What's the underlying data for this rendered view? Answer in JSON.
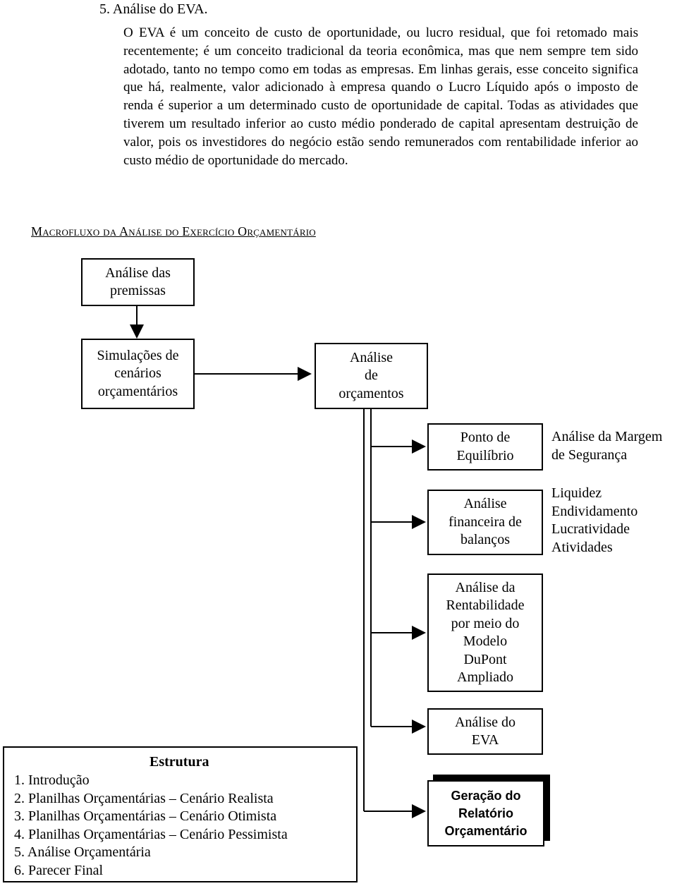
{
  "section_title": "5.   Análise do EVA.",
  "paragraph": "O EVA é um conceito de custo de oportunidade, ou lucro residual, que foi retomado mais recentemente; é um conceito tradicional da teoria econômica, mas que nem sempre tem sido adotado, tanto no tempo como em todas as empresas. Em linhas gerais, esse conceito significa que há, realmente, valor adicionado à empresa quando o Lucro Líquido após o imposto de renda é superior a um determinado custo de oportunidade de capital. Todas as atividades que tiverem um resultado inferior ao custo médio ponderado de capital apresentam destruição de valor, pois os investidores do negócio estão sendo remunerados com rentabilidade inferior ao custo médio de oportunidade do mercado.",
  "diagram_heading": "Macrofluxo da Análise do Exercício Orçamentário",
  "boxes": {
    "premissas": [
      "Análise das",
      "premissas"
    ],
    "simulacoes": [
      "Simulações de",
      "cenários",
      "orçamentários"
    ],
    "orcamentos": [
      "Análise",
      "de",
      "orçamentos"
    ],
    "equilibrio": [
      "Ponto de",
      "Equilíbrio"
    ],
    "financeira": [
      "Análise",
      "financeira de",
      "balanços"
    ],
    "rentabilidade": [
      "Análise da",
      "Rentabilidade",
      "por meio do",
      "Modelo",
      "DuPont",
      "Ampliado"
    ],
    "eva": [
      "Análise do",
      "EVA"
    ],
    "relatorio": [
      "Geração do",
      "Relatório",
      "Orçamentário"
    ]
  },
  "side_notes": {
    "margem": [
      "Análise da Margem",
      "de Segurança"
    ],
    "indicadores": [
      "Liquidez",
      "Endividamento",
      "Lucratividade",
      "Atividades"
    ]
  },
  "structure": {
    "title": "Estrutura",
    "items": [
      "1. Introdução",
      "2. Planilhas Orçamentárias – Cenário Realista",
      "3. Planilhas Orçamentárias – Cenário Otimista",
      "4. Planilhas Orçamentárias – Cenário Pessimista",
      "5. Análise Orçamentária",
      "6. Parecer Final"
    ]
  }
}
